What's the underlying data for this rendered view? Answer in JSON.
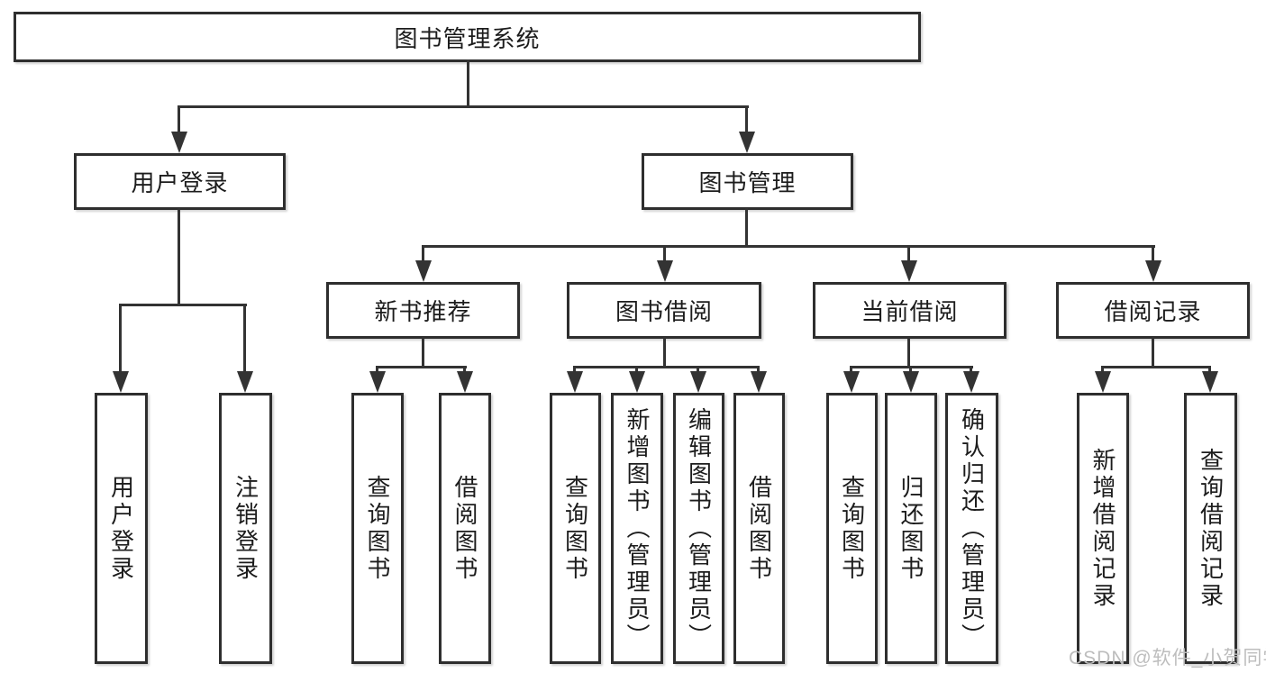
{
  "tree": {
    "root": {
      "label": "图书管理系统"
    },
    "level2": [
      {
        "label": "用户登录",
        "children": [
          {
            "label": "用户登录"
          },
          {
            "label": "注销登录"
          }
        ]
      },
      {
        "label": "图书管理",
        "children": [
          {
            "label": "新书推荐",
            "children": [
              {
                "label": "查询图书"
              },
              {
                "label": "借阅图书"
              }
            ]
          },
          {
            "label": "图书借阅",
            "children": [
              {
                "label": "查询图书"
              },
              {
                "label": "新增图书（管理员）"
              },
              {
                "label": "编辑图书（管理员）"
              },
              {
                "label": "借阅图书"
              }
            ]
          },
          {
            "label": "当前借阅",
            "children": [
              {
                "label": "查询图书"
              },
              {
                "label": "归还图书"
              },
              {
                "label": "确认归还（管理员）"
              }
            ]
          },
          {
            "label": "借阅记录",
            "children": [
              {
                "label": "新增借阅记录"
              },
              {
                "label": "查询借阅记录"
              }
            ]
          }
        ]
      }
    ]
  },
  "watermark": {
    "text": "CSDN @软件_小贺同学"
  },
  "colors": {
    "line": "#333333",
    "box_border": "#2e2e2e",
    "text": "#1c1c1c",
    "watermark": "#bdbdbd",
    "background": "#ffffff"
  }
}
